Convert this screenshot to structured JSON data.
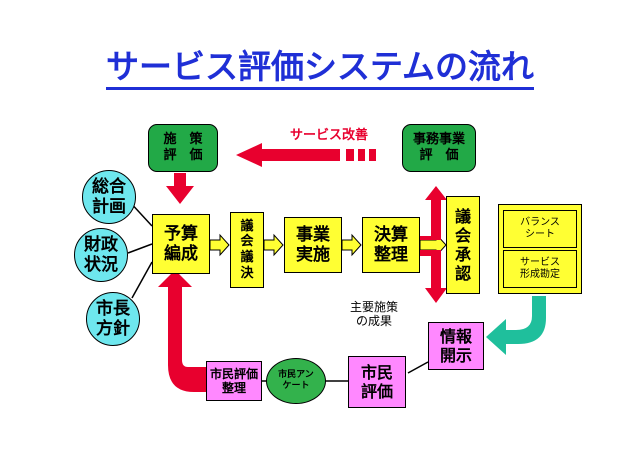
{
  "title": "サービス評価システムの流れ",
  "nodes": {
    "policy_eval": "施　策\n評　価",
    "office_eval": "事務事業\n評　価",
    "service_improve": "サービス改善",
    "general_plan": "総合\n計画",
    "finance": "財政\n状況",
    "mayor_policy": "市長\n方針",
    "budget": "予算\n編成",
    "council_decision": "議\n会\n議\n決",
    "implementation": "事業\n実施",
    "settlement": "決算\n整理",
    "council_approval": "議\n会\n承\n認",
    "balance_sheet": "バランス\nシート",
    "service_cost": "サービス\n形成勘定",
    "main_results": "主要施策\nの成果",
    "disclosure": "情報\n開示",
    "citizen_eval": "市民\n評価",
    "citizen_survey": "市民アン\nケート",
    "citizen_eval_org": "市民評価\n整理"
  },
  "colors": {
    "green": "#22a947",
    "yellow": "#ffff33",
    "pink": "#ff88ff",
    "cyan": "#6ee7ee",
    "red_arrow": "#e8002e",
    "teal_arrow": "#1fbf9c",
    "title_blue": "#1f2fd6"
  }
}
